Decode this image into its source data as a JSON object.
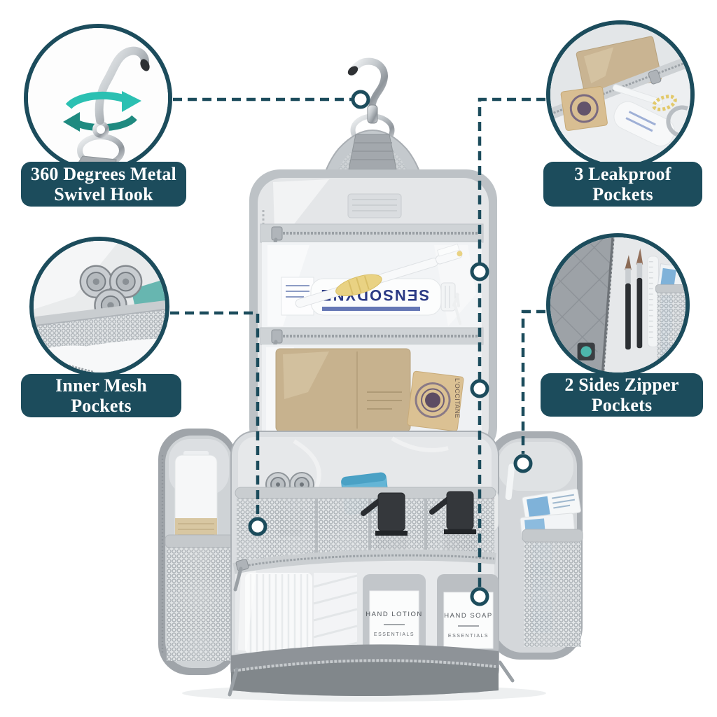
{
  "colors": {
    "callout_teal": "#1C4C5C",
    "swivel_arrow_turquoise": "#2BC0B2",
    "swivel_arrow_green": "#1F8A80",
    "toothpaste_text_blue": "#2B3A85",
    "blue_tube": "#64B5D6",
    "soap_tan": "#DBC193",
    "kraft_tan": "#C7B28E",
    "bag_gray": "#C6CACD"
  },
  "callouts": {
    "swivel_hook": {
      "line1": "360 Degrees Metal",
      "line2": "Swivel Hook"
    },
    "inner_mesh": {
      "line1": "Inner Mesh",
      "line2": "Pockets"
    },
    "leakproof": {
      "line1": "3 Leakproof",
      "line2": "Pockets"
    },
    "side_zipper": {
      "line1": "2 Sides Zipper",
      "line2": "Pockets"
    }
  },
  "product_text": {
    "toothpaste_brand": "SENSODYNE",
    "soap_brand": "L'OCCITANE",
    "hand_lotion_label": "HAND LOTION",
    "hand_lotion_sub": "ESSENTIALS",
    "hand_soap_label": "HAND SOAP",
    "hand_soap_sub": "ESSENTIALS"
  }
}
